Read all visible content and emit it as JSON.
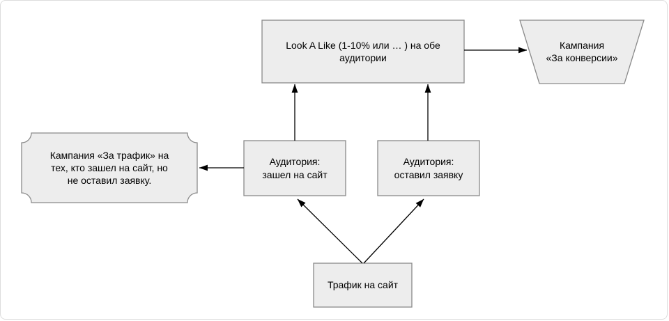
{
  "colors": {
    "node_fill": "#ededed",
    "node_border": "#8a8a8a",
    "arrow": "#000000",
    "frame_border": "#dcdcdc",
    "canvas_background": "#ffffff"
  },
  "diagram": {
    "title": "Ad campaign audience flowchart",
    "nodes": {
      "lookalike": {
        "shape": "rectangle",
        "label": "Look A Like (1-10% или … ) на обе\nаудитории"
      },
      "conversion_campaign": {
        "shape": "trapezoid",
        "label": "Кампания\n«За конверсии»"
      },
      "traffic_campaign": {
        "shape": "plaque",
        "label": "Кампания «За трафик» на\nтех, кто зашел на сайт, но\nне оставил заявку."
      },
      "audience_visited": {
        "shape": "rectangle",
        "label": "Аудитория:\nзашел на сайт"
      },
      "audience_lead": {
        "shape": "rectangle",
        "label": "Аудитория:\nоставил заявку"
      },
      "site_traffic": {
        "shape": "rectangle",
        "label": "Трафик на сайт"
      }
    },
    "edges": [
      {
        "from": "site_traffic",
        "to": "audience_visited"
      },
      {
        "from": "site_traffic",
        "to": "audience_lead"
      },
      {
        "from": "audience_visited",
        "to": "lookalike"
      },
      {
        "from": "audience_lead",
        "to": "lookalike"
      },
      {
        "from": "audience_visited",
        "to": "traffic_campaign"
      },
      {
        "from": "lookalike",
        "to": "conversion_campaign"
      }
    ]
  }
}
